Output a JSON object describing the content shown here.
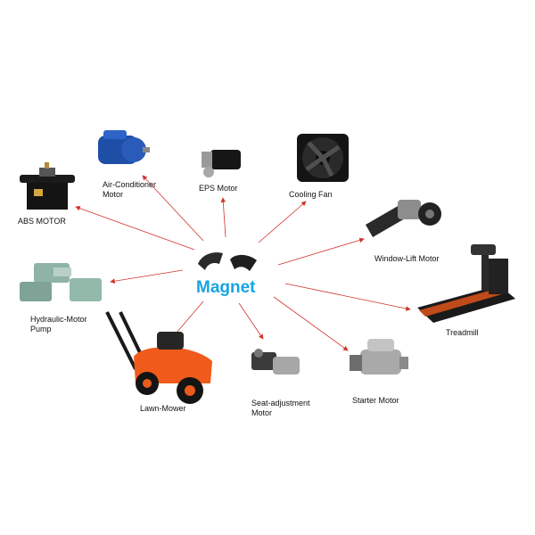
{
  "center": {
    "title": "Magnet"
  },
  "labels": {
    "abs": "ABS MOTOR",
    "aircon_1": "Air-Conditioner",
    "aircon_2": "Motor",
    "eps": "EPS Motor",
    "cooling": "Cooling Fan",
    "window": "Window-Lift Motor",
    "treadmill": "Treadmill",
    "hydraulic_1": "Hydraulic-Motor",
    "hydraulic_2": "Pump",
    "lawn": "Lawn-Mower",
    "seat_1": "Seat-adjustment",
    "seat_2": "Motor",
    "starter": "Starter Motor"
  },
  "colors": {
    "accent": "#17a5e0",
    "arrow": "#d0342c"
  },
  "icons": [
    "magnet-icon",
    "abs-motor-icon",
    "aircon-motor-icon",
    "eps-motor-icon",
    "cooling-fan-icon",
    "window-lift-motor-icon",
    "treadmill-icon",
    "hydraulic-pump-icon",
    "lawn-mower-icon",
    "seat-motor-icon",
    "starter-motor-icon"
  ]
}
